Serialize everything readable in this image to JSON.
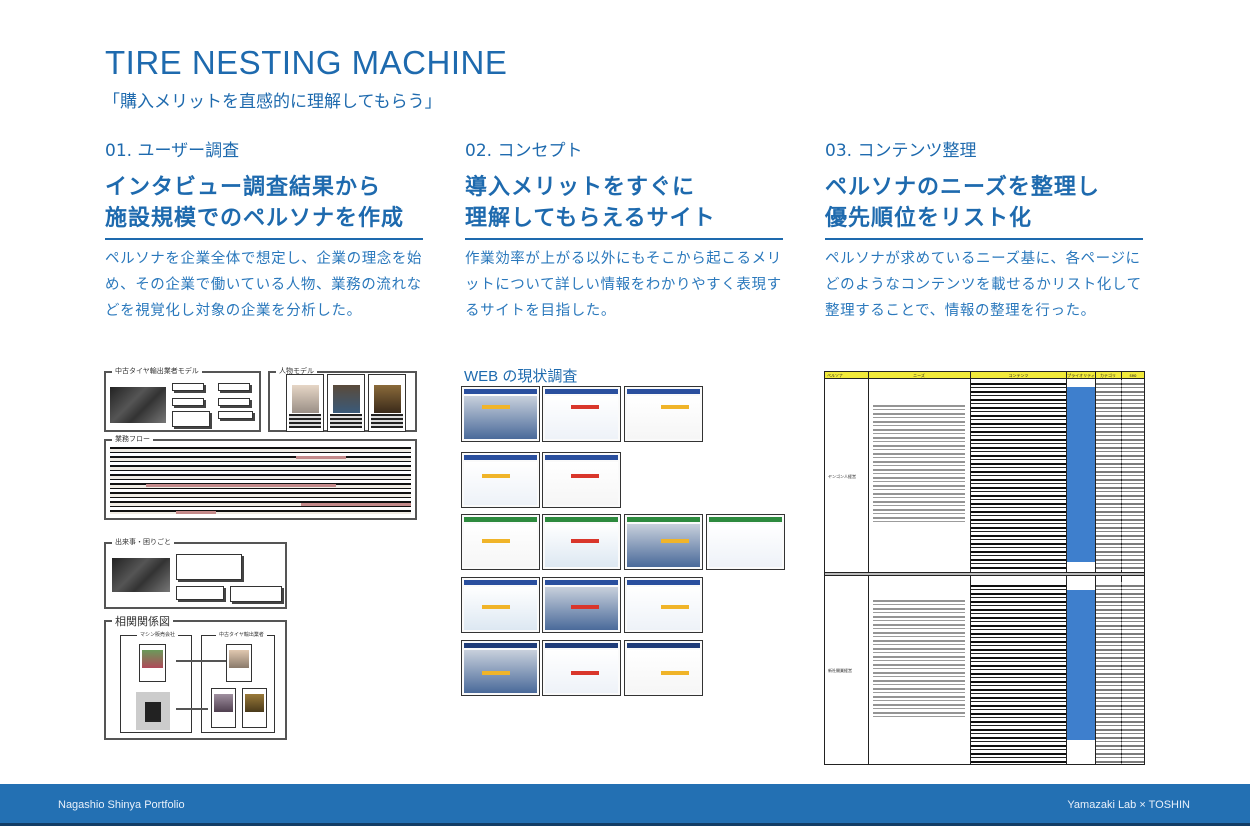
{
  "header": {
    "title": "TIRE NESTING MACHINE",
    "subtitle": "「購入メリットを直感的に理解してもらう」"
  },
  "columns": [
    {
      "step": "01. ユーザー調査",
      "headline_line1": "インタビュー調査結果から",
      "headline_line2": "施設規模でのペルソナを作成",
      "desc": "ペルソナを企業全体で想定し、企業の理念を始め、その企業で働いている人物、業務の流れなどを視覚化し対象の企業を分析した。"
    },
    {
      "step": "02. コンセプト",
      "headline_line1": "導入メリットをすぐに",
      "headline_line2": "理解してもらえるサイト",
      "desc": "作業効率が上がる以外にもそこから起こるメリットについて詳しい情報をわかりやすく表現するサイトを目指した。"
    },
    {
      "step": "03. コンテンツ整理",
      "headline_line1": "ペルソナのニーズを整理し",
      "headline_line2": "優先順位をリスト化",
      "desc": "ペルソナが求めているニーズ基に、各ページにどのようなコンテンツを載せるかリスト化して整理することで、情報の整理を行った。"
    }
  ],
  "research_panels": {
    "company_model": "中古タイヤ輸出業者モデル",
    "persona_model": "人物モデル",
    "workflow": "業務フロー",
    "events": "出来事・困りごと",
    "relationship": "相関関係図",
    "relationship_left": "マシン販売会社",
    "relationship_right": "中古タイヤ輸出業者"
  },
  "web_survey": {
    "label": "WEB の現状調査",
    "rows": [
      {
        "header_color": "#2a4f9e",
        "count": 3
      },
      {
        "header_color": "#2a4f9e",
        "count": 2
      },
      {
        "header_color": "#2d8a3e",
        "count": 4
      },
      {
        "header_color": "#2a4f9e",
        "count": 3
      },
      {
        "header_color": "#1f3c78",
        "count": 3
      }
    ]
  },
  "content_sheet": {
    "headers": [
      "ペルソナ",
      "ニーズ",
      "コンテンツ",
      "プライオリティ",
      "カテゴリ",
      "seo"
    ],
    "header_color": "#f2ea3a",
    "priority_color": "#3e7fcd",
    "personas": [
      "ヤンゴン人経営",
      "新社開業経営"
    ]
  },
  "footer": {
    "left": "Nagashio Shinya Portfolio",
    "right": "Yamazaki Lab × TOSHIN"
  },
  "colors": {
    "brand_blue": "#1e6aae",
    "footer_blue": "#2370b3"
  }
}
